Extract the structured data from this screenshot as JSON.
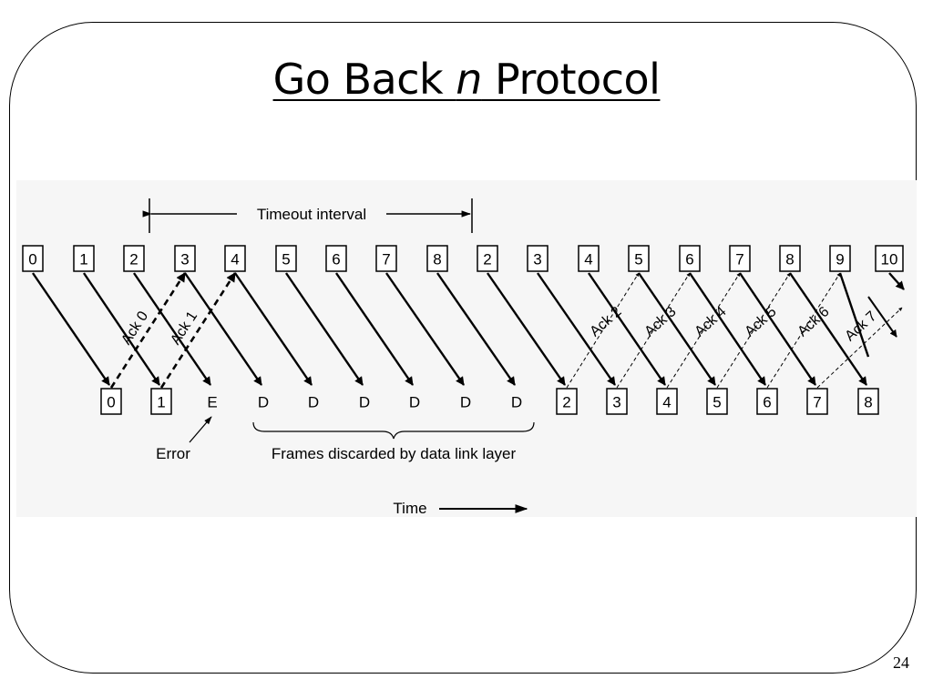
{
  "title": {
    "pre": "Go Back ",
    "italic": "n",
    "post": " Protocol"
  },
  "timeout_label": "Timeout interval",
  "sender_frames": [
    "0",
    "1",
    "2",
    "3",
    "4",
    "5",
    "6",
    "7",
    "8",
    "2",
    "3",
    "4",
    "5",
    "6",
    "7",
    "8",
    "9",
    "10"
  ],
  "receiver_frames": [
    "0",
    "1",
    "E",
    "D",
    "D",
    "D",
    "D",
    "D",
    "D",
    "2",
    "3",
    "4",
    "5",
    "6",
    "7",
    "8"
  ],
  "acks": [
    "Ack 0",
    "Ack 1",
    "Ack 2",
    "Ack 3",
    "Ack 4",
    "Ack 5",
    "Ack 6",
    "Ack 7"
  ],
  "error_label": "Error",
  "discarded_label": "Frames discarded by data link layer",
  "time_label": "Time",
  "page_number": "24"
}
